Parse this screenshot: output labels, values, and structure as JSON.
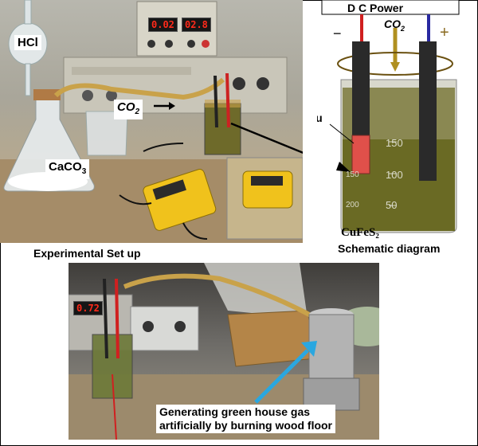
{
  "top_photo": {
    "hcl_label": "HCl",
    "caco3_label": "CaCO",
    "caco3_subscript": "3",
    "co2_label": "CO",
    "co2_subscript": "2",
    "display_left": "0.02",
    "display_right": "02.8",
    "caption": "Experimental  Set up"
  },
  "schematic": {
    "power_label": "D C Power",
    "co2_label": "CO",
    "co2_subscript": "2",
    "minus_sign": "−",
    "plus_sign": "+",
    "cu_label": "Cu",
    "electrolyte_label": "CuFeS₂",
    "caption": "Schematic diagram",
    "beaker_marks": [
      "150",
      "100",
      "50"
    ],
    "beaker_left_marks": [
      "150",
      "200"
    ]
  },
  "bottom_photo": {
    "display_value": "0.72",
    "callout_line1": "Generating green house gas",
    "callout_line2": "artificially by burning wood floor"
  },
  "colors": {
    "arrow_blue": "#2aa7e0",
    "solution_green": "#7a7a2a",
    "electrode_red": "#e0504a"
  }
}
